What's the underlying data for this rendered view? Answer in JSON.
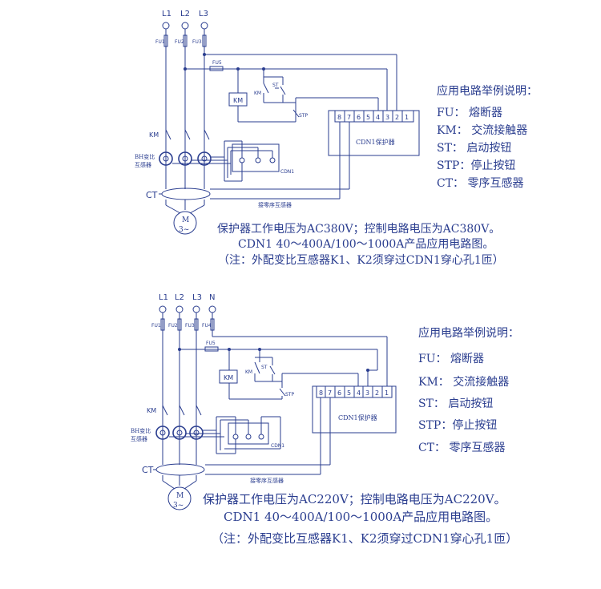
{
  "diagrams": [
    {
      "phase_labels": [
        "L1",
        "L2",
        "L3"
      ],
      "fuse_labels": [
        "FU1",
        "FU2",
        "FU3"
      ],
      "control_fuse": "FU5",
      "km_coil": "KM",
      "km_contact": "KM",
      "st_label": "ST",
      "stp_label": "STP",
      "km_main_label": "KM",
      "bh_label_1": "BH变比",
      "bh_label_2": "互感器",
      "terminal_numbers": [
        "8",
        "7",
        "6",
        "5",
        "4",
        "3",
        "2",
        "1"
      ],
      "protector_label": "CDN1保护器",
      "cdn1_tag": "CDN1",
      "ct_label": "CT",
      "zero_seq_label": "接零序互感器",
      "motor_m": "M",
      "motor_phase": "3~",
      "legend_title": "应用电路举例说明：",
      "legend_items": [
        "FU： 熔断器",
        "KM： 交流接触器",
        "ST： 启动按钮",
        "STP：停止按钮",
        "CT： 零序互感器"
      ],
      "note_line1": "保护器工作电压为AC380V；控制电路电压为AC380V。",
      "note_line2": "CDN1 40～400A/100～1000A产品应用电路图。",
      "note_line3": "（注：外配变比互感器K1、K2须穿过CDN1穿心孔1匝）"
    },
    {
      "phase_labels": [
        "L1",
        "L2",
        "L3",
        "N"
      ],
      "fuse_labels": [
        "FU1",
        "FU2",
        "FU3",
        "FU4"
      ],
      "control_fuse": "FU5",
      "km_coil": "KM",
      "km_contact": "KM",
      "st_label": "ST",
      "stp_label": "STP",
      "km_main_label": "KM",
      "bh_label_1": "BH变比",
      "bh_label_2": "互感器",
      "terminal_numbers": [
        "8",
        "7",
        "6",
        "5",
        "4",
        "3",
        "2",
        "1"
      ],
      "protector_label": "CDN1保护器",
      "cdn1_tag": "CDN1",
      "ct_label": "CT",
      "zero_seq_label": "接零序互感器",
      "motor_m": "M",
      "motor_phase": "3~",
      "legend_title": "应用电路举例说明：",
      "legend_items": [
        "FU： 熔断器",
        "KM： 交流接触器",
        "ST： 启动按钮",
        "STP：停止按钮",
        "CT： 零序互感器"
      ],
      "note_line1": "保护器工作电压为AC220V；控制电路电压为AC220V。",
      "note_line2": "CDN1 40～400A/100～1000A产品应用电路图。",
      "note_line3": "（注：外配变比互感器K1、K2须穿过CDN1穿心孔1匝）"
    }
  ]
}
